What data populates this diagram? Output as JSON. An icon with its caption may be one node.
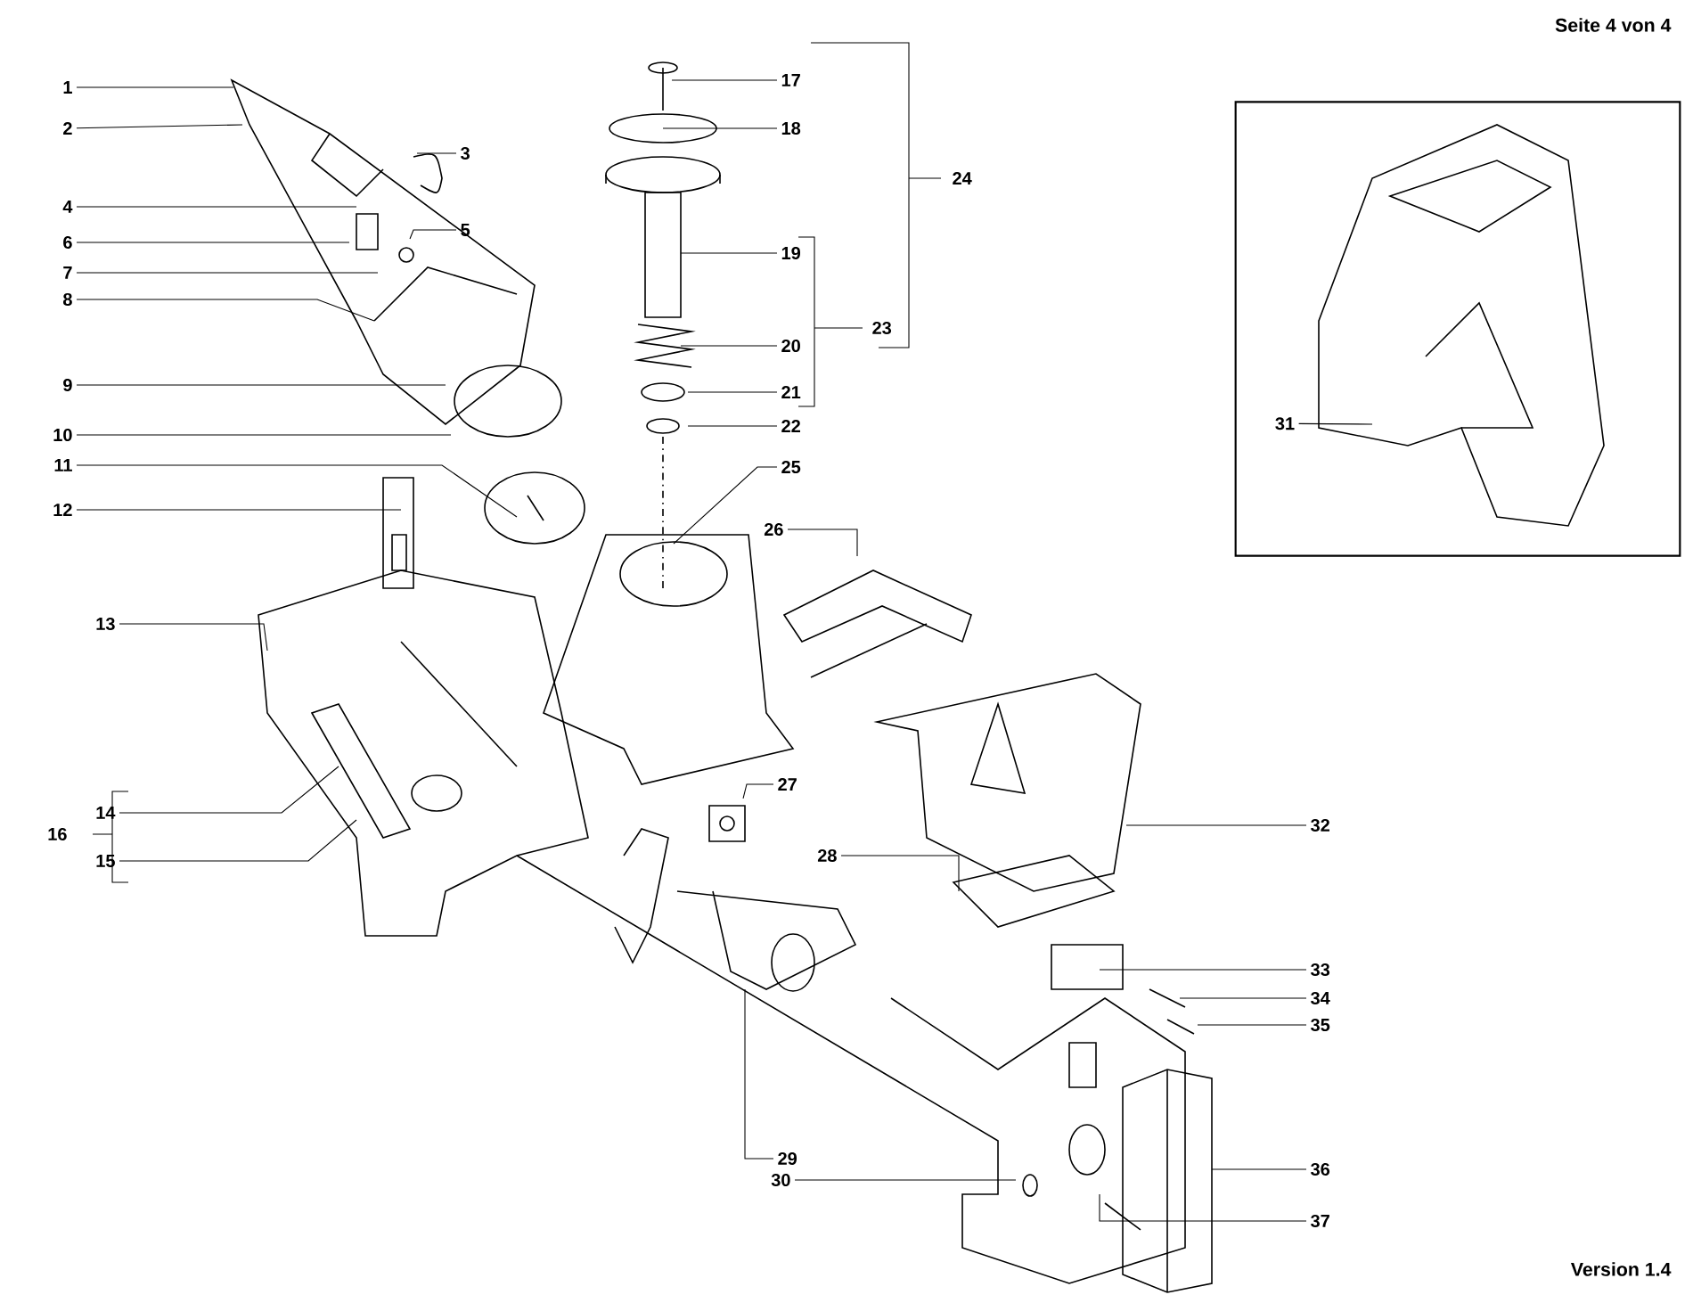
{
  "diagram": {
    "nodes": [
      {
        "text": [
          "1"
        ]
      },
      {
        "text": [
          "2"
        ]
      },
      {
        "text": [
          "3"
        ]
      },
      {
        "text": [
          "4"
        ]
      },
      {
        "text": [
          "5"
        ]
      },
      {
        "text": [
          "6"
        ]
      },
      {
        "text": [
          "7"
        ]
      },
      {
        "text": [
          "8"
        ]
      },
      {
        "text": [
          "9"
        ]
      },
      {
        "text": [
          "10"
        ]
      },
      {
        "text": [
          "11"
        ]
      },
      {
        "text": [
          "12"
        ]
      },
      {
        "text": [
          "13"
        ]
      },
      {
        "text": [
          "14"
        ]
      },
      {
        "text": [
          "15"
        ]
      },
      {
        "text": [
          "16"
        ]
      },
      {
        "text": [
          "17"
        ]
      },
      {
        "text": [
          "18"
        ]
      },
      {
        "text": [
          "19"
        ]
      },
      {
        "text": [
          "20"
        ]
      },
      {
        "text": [
          "21"
        ]
      },
      {
        "text": [
          "22"
        ]
      },
      {
        "text": [
          "23"
        ]
      },
      {
        "text": [
          "24"
        ]
      },
      {
        "text": [
          "25"
        ]
      },
      {
        "text": [
          "26"
        ]
      },
      {
        "text": [
          "27"
        ]
      },
      {
        "text": [
          "28"
        ]
      },
      {
        "text": [
          "29"
        ]
      },
      {
        "text": [
          "30"
        ]
      },
      {
        "text": [],
        "shape": "box"
      },
      {
        "text": [
          "31"
        ],
        "in": 30
      },
      {
        "text": [
          "32"
        ]
      },
      {
        "text": [
          "33"
        ]
      },
      {
        "text": [
          "34"
        ]
      },
      {
        "text": [
          "35"
        ]
      },
      {
        "text": [
          "36"
        ]
      },
      {
        "text": [
          "37"
        ]
      }
    ],
    "edges": [
      {
        "from": 0,
        "to": null,
        "arrow": "none"
      },
      {
        "from": 1,
        "to": null,
        "arrow": "none"
      },
      {
        "from": 2,
        "to": null,
        "arrow": "none"
      },
      {
        "from": 3,
        "to": null,
        "arrow": "none"
      },
      {
        "from": 4,
        "to": null,
        "arrow": "none"
      },
      {
        "from": 5,
        "to": null,
        "arrow": "none"
      },
      {
        "from": 6,
        "to": null,
        "arrow": "none"
      },
      {
        "from": 7,
        "to": null,
        "arrow": "none"
      },
      {
        "from": 8,
        "to": null,
        "arrow": "none"
      },
      {
        "from": 9,
        "to": null,
        "arrow": "none"
      },
      {
        "from": 10,
        "to": null,
        "arrow": "none"
      },
      {
        "from": 11,
        "to": null,
        "arrow": "none"
      },
      {
        "from": 12,
        "to": null,
        "arrow": "none"
      },
      {
        "from": 13,
        "to": null,
        "arrow": "none"
      },
      {
        "from": 14,
        "to": null,
        "arrow": "none"
      },
      {
        "from": 16,
        "to": null,
        "arrow": "none"
      },
      {
        "from": 17,
        "to": null,
        "arrow": "none"
      },
      {
        "from": 18,
        "to": null,
        "arrow": "none"
      },
      {
        "from": 19,
        "to": null,
        "arrow": "none"
      },
      {
        "from": 20,
        "to": null,
        "arrow": "none"
      },
      {
        "from": 21,
        "to": null,
        "arrow": "none"
      },
      {
        "from": 24,
        "to": null,
        "arrow": "none"
      },
      {
        "from": 25,
        "to": null,
        "arrow": "none"
      },
      {
        "from": 26,
        "to": null,
        "arrow": "none"
      },
      {
        "from": 27,
        "to": null,
        "arrow": "none"
      },
      {
        "from": 28,
        "to": null,
        "arrow": "none"
      },
      {
        "from": 29,
        "to": null,
        "arrow": "none"
      },
      {
        "from": 31,
        "to": null,
        "arrow": "none"
      },
      {
        "from": 32,
        "to": null,
        "arrow": "none"
      },
      {
        "from": 33,
        "to": null,
        "arrow": "none"
      },
      {
        "from": 34,
        "to": null,
        "arrow": "none"
      },
      {
        "from": 35,
        "to": null,
        "arrow": "none"
      },
      {
        "from": 36,
        "to": null,
        "arrow": "none"
      },
      {
        "from": 37,
        "to": null,
        "arrow": "none"
      }
    ],
    "labels": [
      "Seite 4 von 4",
      "Version 1.4"
    ]
  }
}
